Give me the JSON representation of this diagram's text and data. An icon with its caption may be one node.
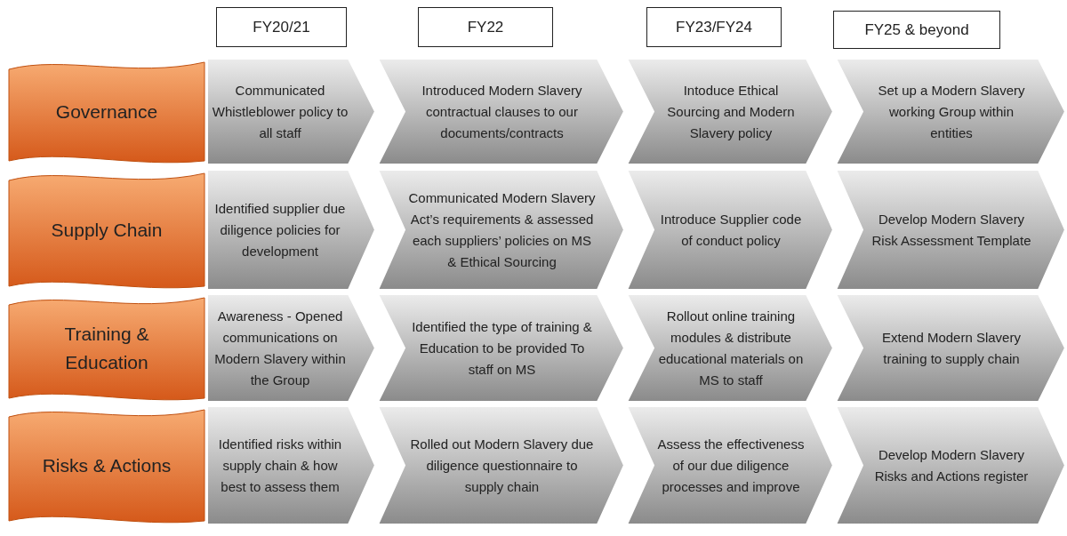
{
  "diagram": {
    "nodes": [
      {
        "text": [
          "FY20/21"
        ]
      },
      {
        "text": [
          "FY22"
        ]
      },
      {
        "text": [
          "FY23/FY24"
        ]
      },
      {
        "text": [
          "FY25 & beyond"
        ]
      },
      {
        "text": [
          "Governance"
        ]
      },
      {
        "text": [
          "Communicated Whistleblower policy to all staff"
        ]
      },
      {
        "text": [
          "Introduced Modern Slavery contractual clauses to our documents/contracts"
        ]
      },
      {
        "text": [
          "Intoduce Ethical Sourcing and Modern Slavery policy"
        ]
      },
      {
        "text": [
          "Set up a Modern Slavery working Group within entities"
        ]
      },
      {
        "text": [
          "Supply Chain"
        ]
      },
      {
        "text": [
          "Identified supplier due diligence policies for development"
        ]
      },
      {
        "text": [
          "Communicated Modern Slavery Act’s requirements & assessed each suppliers’ policies on MS & Ethical Sourcing"
        ]
      },
      {
        "text": [
          "Introduce Supplier code of conduct policy"
        ]
      },
      {
        "text": [
          "Develop Modern Slavery Risk Assessment Template"
        ]
      },
      {
        "text": [
          "Training & Education"
        ]
      },
      {
        "text": [
          "Awareness - Opened communications on Modern Slavery within the Group"
        ]
      },
      {
        "text": [
          "Identified the type of training & Education to be provided To staff on MS"
        ]
      },
      {
        "text": [
          "Rollout online training modules & distribute educational materials on MS to staff"
        ]
      },
      {
        "text": [
          "Extend Modern Slavery training to supply chain"
        ]
      },
      {
        "text": [
          "Risks & Actions"
        ]
      },
      {
        "text": [
          "Identified risks within supply chain & how best to assess them"
        ]
      },
      {
        "text": [
          "Rolled out Modern Slavery due diligence questionnaire to supply chain"
        ]
      },
      {
        "text": [
          "Assess the effectiveness of our due diligence processes and improve"
        ]
      },
      {
        "text": [
          "Develop Modern Slavery Risks and Actions register"
        ]
      }
    ]
  }
}
